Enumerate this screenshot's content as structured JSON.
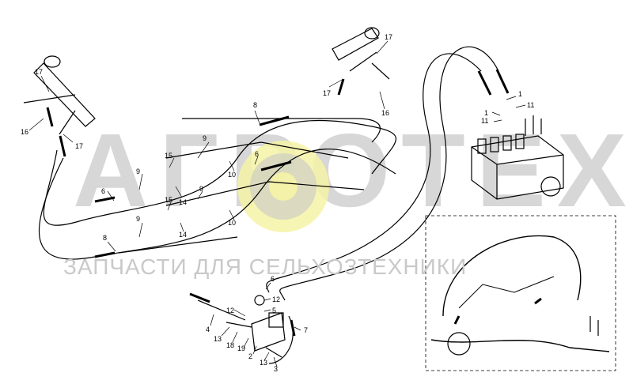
{
  "watermark": {
    "logo_text": "АГРОТЕХ",
    "subtitle": "ЗАПЧАСТИ ДЛЯ СЕЛЬХОЗТЕХНИКИ"
  },
  "callouts": [
    {
      "id": "c1",
      "text": "17"
    },
    {
      "id": "c2",
      "text": "16"
    },
    {
      "id": "c3",
      "text": "17"
    },
    {
      "id": "c4",
      "text": "17"
    },
    {
      "id": "c5",
      "text": "17"
    },
    {
      "id": "c6",
      "text": "16"
    },
    {
      "id": "c7",
      "text": "8"
    },
    {
      "id": "c8",
      "text": "9"
    },
    {
      "id": "c9",
      "text": "15"
    },
    {
      "id": "c10",
      "text": "9"
    },
    {
      "id": "c11",
      "text": "14"
    },
    {
      "id": "c12",
      "text": "6"
    },
    {
      "id": "c13",
      "text": "10"
    },
    {
      "id": "c14",
      "text": "6"
    },
    {
      "id": "c15",
      "text": "9"
    },
    {
      "id": "c16",
      "text": "15"
    },
    {
      "id": "c17",
      "text": "9"
    },
    {
      "id": "c18",
      "text": "14"
    },
    {
      "id": "c19",
      "text": "10"
    },
    {
      "id": "c20",
      "text": "8"
    },
    {
      "id": "c21",
      "text": "1"
    },
    {
      "id": "c22",
      "text": "1"
    },
    {
      "id": "c23",
      "text": "11"
    },
    {
      "id": "c24",
      "text": "11"
    },
    {
      "id": "c25",
      "text": "6"
    },
    {
      "id": "c26",
      "text": "12"
    },
    {
      "id": "c27",
      "text": "12"
    },
    {
      "id": "c28",
      "text": "5"
    },
    {
      "id": "c29",
      "text": "4"
    },
    {
      "id": "c30",
      "text": "13"
    },
    {
      "id": "c31",
      "text": "18"
    },
    {
      "id": "c32",
      "text": "19"
    },
    {
      "id": "c33",
      "text": "2"
    },
    {
      "id": "c34",
      "text": "13"
    },
    {
      "id": "c35",
      "text": "3"
    },
    {
      "id": "c36",
      "text": "7"
    }
  ]
}
